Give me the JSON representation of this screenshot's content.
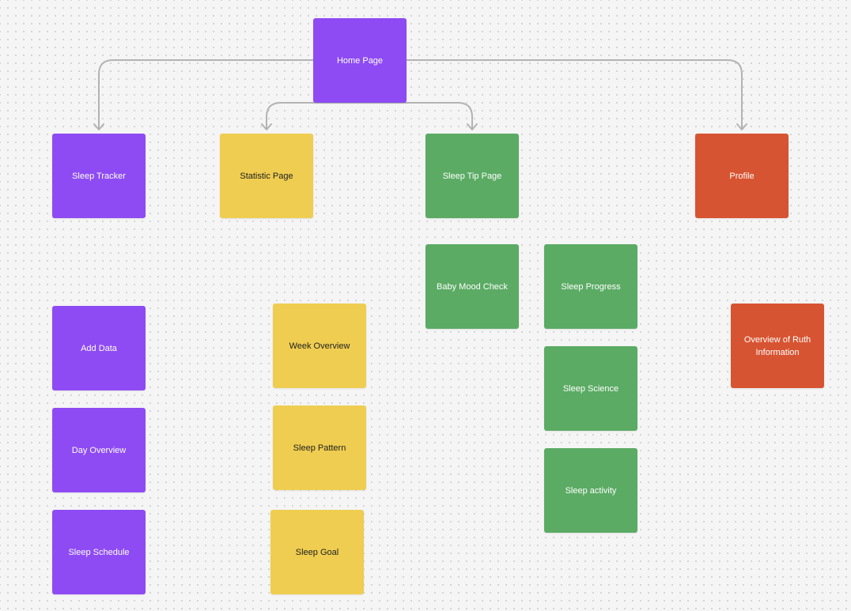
{
  "board": {
    "background": "#f5f5f5",
    "connector_color": "#b3b3b3"
  },
  "colors": {
    "purple": "#8e4bf3",
    "yellow": "#efcd51",
    "green": "#5bab64",
    "orange": "#d75432"
  },
  "nodes": {
    "home": "Home Page",
    "sleep_tracker": "Sleep Tracker",
    "statistic_page": "Statistic Page",
    "sleep_tip_page": "Sleep Tip Page",
    "profile": "Profile",
    "baby_mood_check": "Baby Mood Check",
    "sleep_progress": "Sleep Progress",
    "sleep_science": "Sleep Science",
    "sleep_activity": "Sleep activity",
    "add_data": "Add Data",
    "day_overview": "Day Overview",
    "sleep_schedule": "Sleep Schedule",
    "week_overview": "Week Overview",
    "sleep_pattern": "Sleep Pattern",
    "sleep_goal": "Sleep Goal",
    "ruth_overview": "Overview of Ruth Information"
  },
  "edges": [
    {
      "from": "home",
      "to": "sleep_tracker"
    },
    {
      "from": "home",
      "to": "statistic_page"
    },
    {
      "from": "home",
      "to": "sleep_tip_page"
    },
    {
      "from": "home",
      "to": "profile"
    }
  ]
}
